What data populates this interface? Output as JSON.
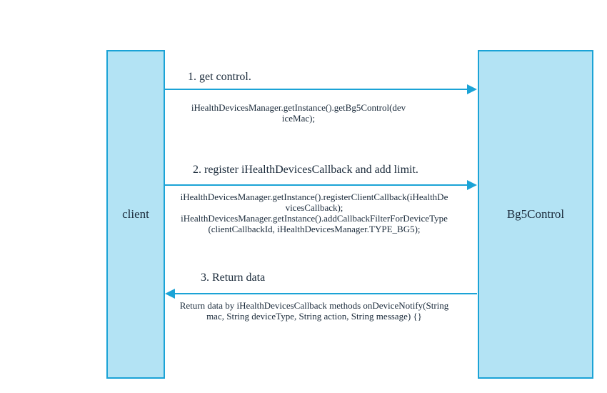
{
  "actors": {
    "client": "client",
    "control": "Bg5Control"
  },
  "steps": [
    {
      "title": "1. get control.",
      "code": [
        "iHealthDevicesManager.getInstance().getBg5Control(dev",
        "iceMac);"
      ]
    },
    {
      "title": "2.  register iHealthDevicesCallback and add limit.",
      "code": [
        "iHealthDevicesManager.getInstance().registerClientCallback(iHealthDe",
        "vicesCallback);",
        "iHealthDevicesManager.getInstance().addCallbackFilterForDeviceType",
        "(clientCallbackId, iHealthDevicesManager.TYPE_BG5);"
      ]
    },
    {
      "title": "3. Return data",
      "code": [
        "Return data by iHealthDevicesCallback  methods onDeviceNotify(String",
        "mac, String deviceType, String action, String message) {}"
      ]
    }
  ],
  "colors": {
    "box_fill": "#b3e3f4",
    "box_border": "#1ba3d6",
    "arrow": "#1ba3d6"
  }
}
